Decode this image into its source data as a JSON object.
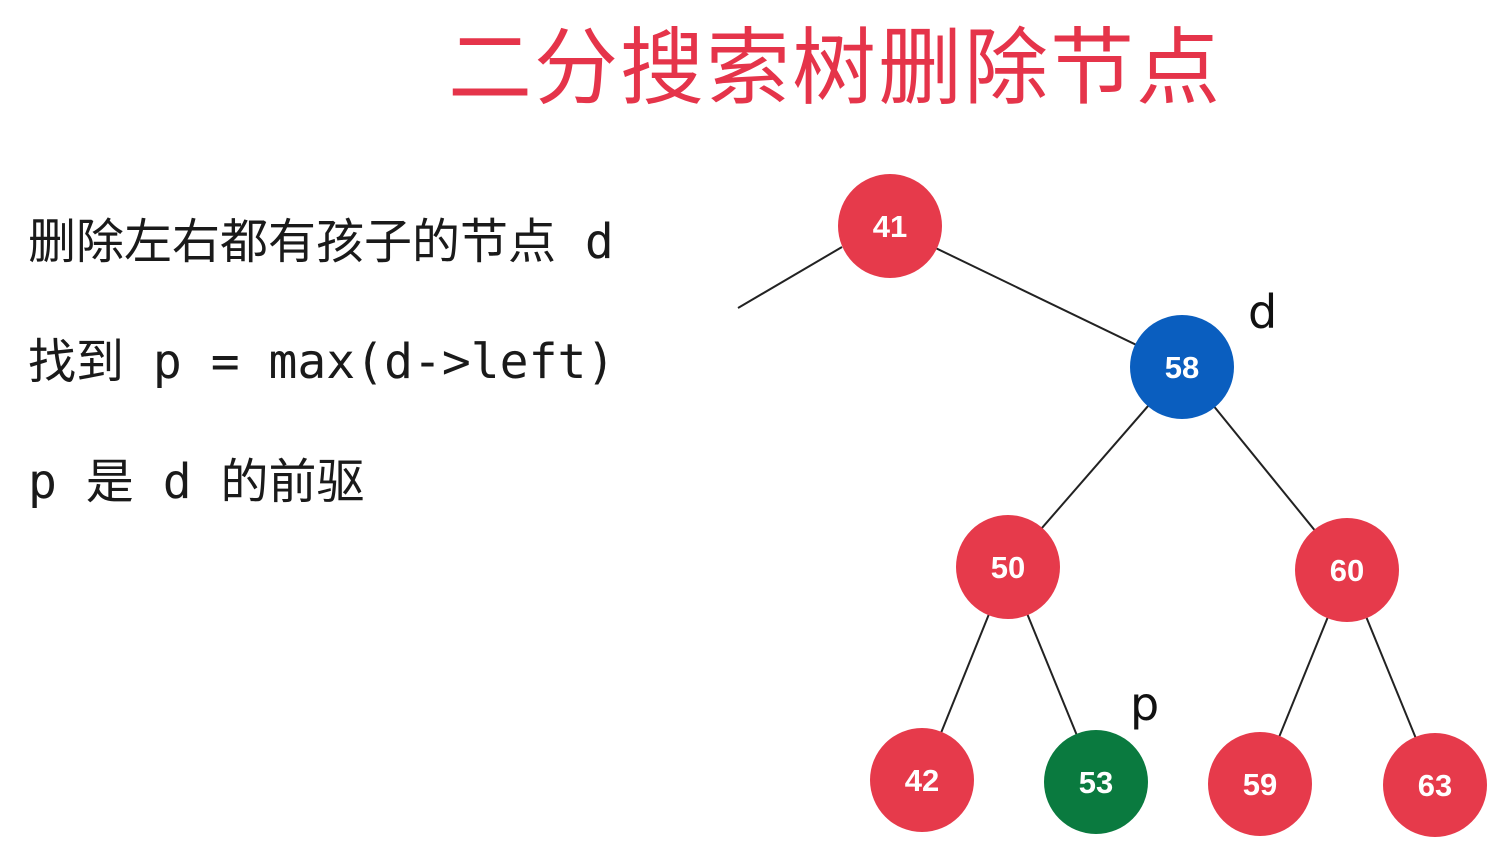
{
  "title": "二分搜索树删除节点",
  "explanation": {
    "line1": "删除左右都有孩子的节点 d",
    "line2": "找到 p = max(d->left)",
    "line3": "p 是 d 的前驱"
  },
  "colors": {
    "default": "#e63a4b",
    "deleted": "#0a5ebf",
    "predecessor": "#0a7a3f",
    "title": "#e5344a"
  },
  "tree": {
    "nodes": [
      {
        "id": "n41",
        "value": "41",
        "role": "default"
      },
      {
        "id": "n58",
        "value": "58",
        "role": "deleted"
      },
      {
        "id": "n50",
        "value": "50",
        "role": "default"
      },
      {
        "id": "n60",
        "value": "60",
        "role": "default"
      },
      {
        "id": "n42",
        "value": "42",
        "role": "default"
      },
      {
        "id": "n53",
        "value": "53",
        "role": "predecessor"
      },
      {
        "id": "n59",
        "value": "59",
        "role": "default"
      },
      {
        "id": "n63",
        "value": "63",
        "role": "default"
      }
    ],
    "edges": [
      [
        "n41",
        "n58"
      ],
      [
        "n58",
        "n50"
      ],
      [
        "n58",
        "n60"
      ],
      [
        "n50",
        "n42"
      ],
      [
        "n50",
        "n53"
      ],
      [
        "n60",
        "n59"
      ],
      [
        "n60",
        "n63"
      ]
    ],
    "labels": {
      "d": "d",
      "p": "p"
    }
  }
}
